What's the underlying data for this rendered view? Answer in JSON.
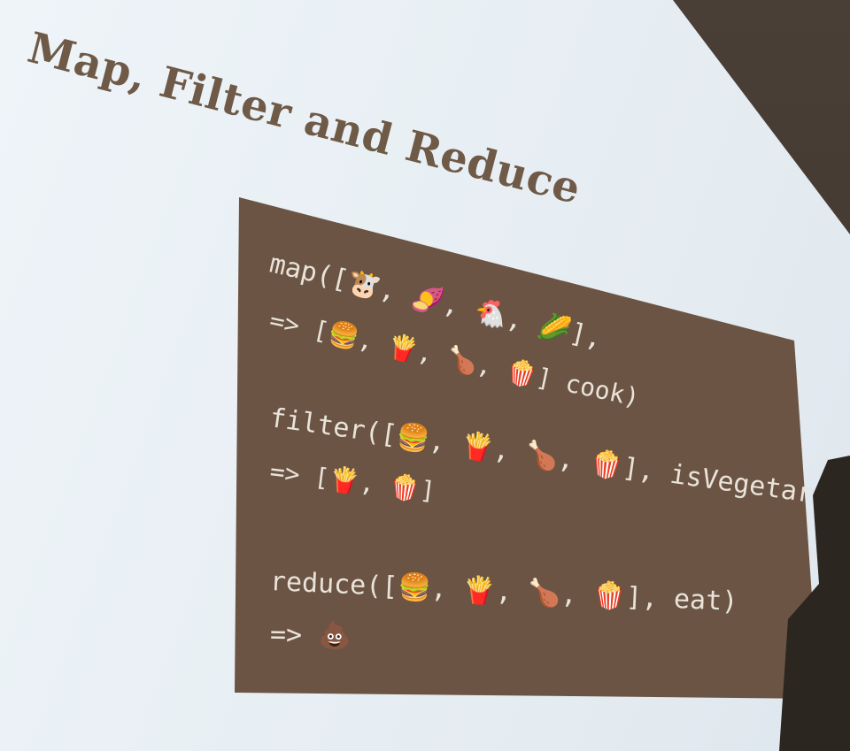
{
  "slide": {
    "title": "Map, Filter and Reduce",
    "lines": [
      "map([🐮, 🍠, 🐔, 🌽],",
      "=> [🍔, 🍟, 🍗, 🍿]  cook)",
      "filter([🍔, 🍟, 🍗, 🍿], isVegetarian)",
      "=> [🍟, 🍿]",
      "reduce([🍔, 🍟, 🍗, 🍿], eat)",
      "=> 💩"
    ]
  }
}
